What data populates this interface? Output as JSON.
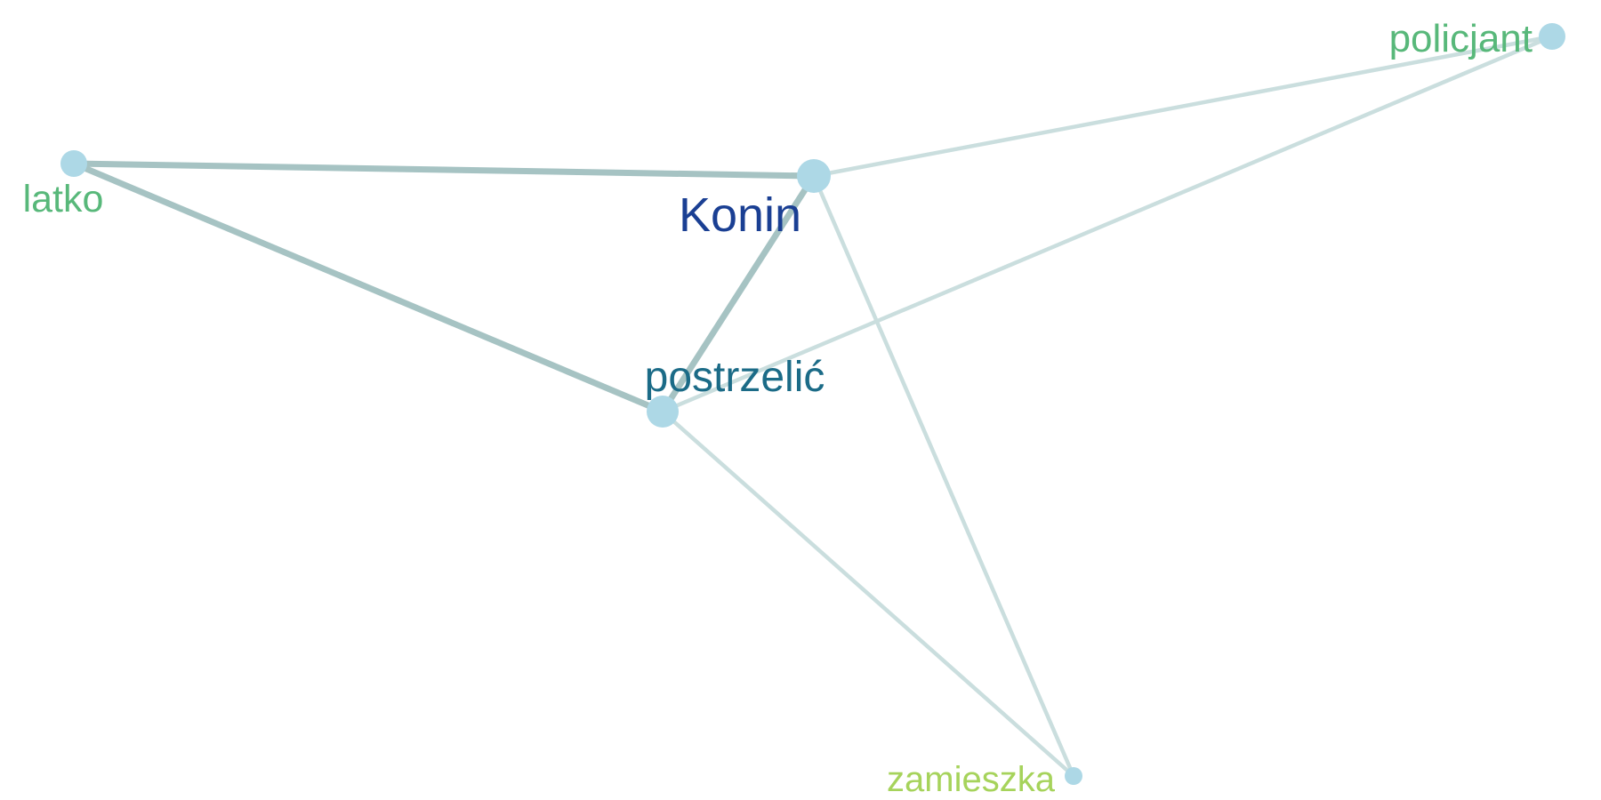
{
  "graph": {
    "nodes": [
      {
        "id": "konin",
        "label": "Konin",
        "label_color": "#1a3f93",
        "fill": "#add8e6"
      },
      {
        "id": "postrzelic",
        "label": "postrzelić",
        "label_color": "#1b6b87",
        "fill": "#add8e6"
      },
      {
        "id": "latko",
        "label": "latko",
        "label_color": "#58b87a",
        "fill": "#add8e6"
      },
      {
        "id": "policjant",
        "label": "policjant",
        "label_color": "#58b87a",
        "fill": "#add8e6"
      },
      {
        "id": "zamieszka",
        "label": "zamieszka",
        "label_color": "#a6d35b",
        "fill": "#add8e6"
      }
    ],
    "edges": [
      {
        "source": "latko",
        "target": "konin",
        "color": "#a6c3c3",
        "strength": "strong"
      },
      {
        "source": "latko",
        "target": "postrzelic",
        "color": "#a6c3c3",
        "strength": "strong"
      },
      {
        "source": "konin",
        "target": "postrzelic",
        "color": "#a6c3c3",
        "strength": "strong"
      },
      {
        "source": "konin",
        "target": "policjant",
        "color": "#cadede",
        "strength": "weak"
      },
      {
        "source": "postrzelic",
        "target": "policjant",
        "color": "#cadede",
        "strength": "weak"
      },
      {
        "source": "konin",
        "target": "zamieszka",
        "color": "#cadede",
        "strength": "weak"
      },
      {
        "source": "postrzelic",
        "target": "zamieszka",
        "color": "#cadede",
        "strength": "weak"
      }
    ]
  }
}
